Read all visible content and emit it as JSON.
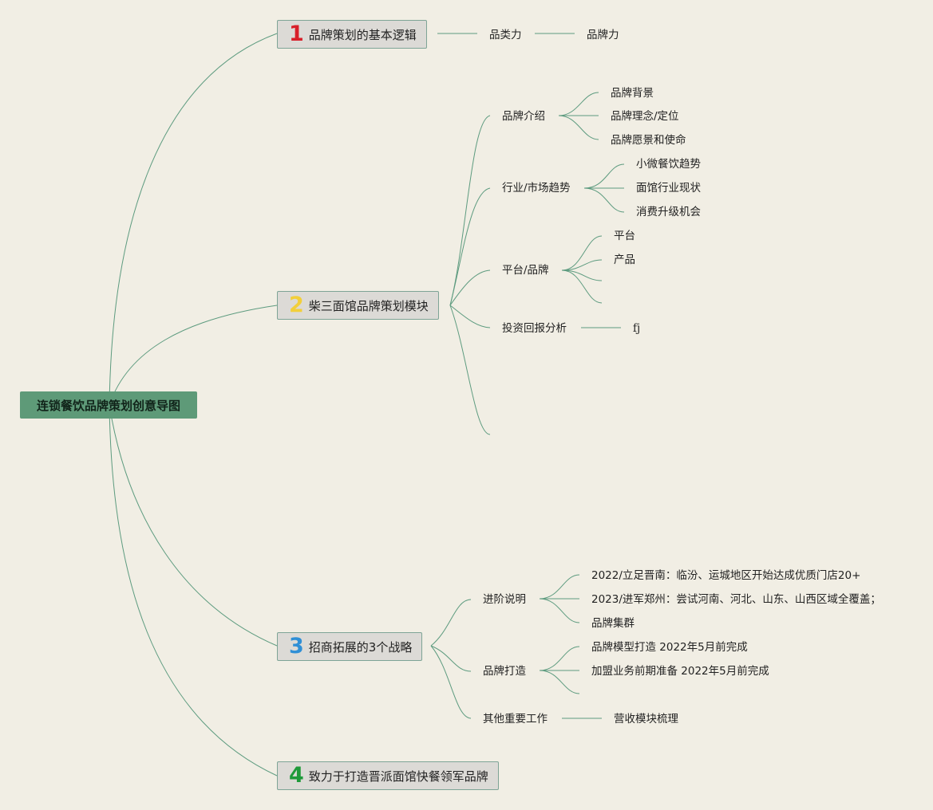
{
  "root": {
    "label": "连锁餐饮品牌策划创意导图"
  },
  "topics": [
    {
      "number": "1",
      "color": "#d8202a",
      "label": "品牌策划的基本逻辑"
    },
    {
      "number": "2",
      "color": "#f2cf3a",
      "label": "柴三面馆品牌策划模块"
    },
    {
      "number": "3",
      "color": "#2f8fd6",
      "label": "招商拓展的3个战略"
    },
    {
      "number": "4",
      "color": "#1f9a3a",
      "label": "致力于打造晋派面馆快餐领军品牌"
    }
  ],
  "branch1": {
    "sub": "品类力",
    "leaf": "品牌力"
  },
  "branch2": {
    "intro": {
      "label": "品牌介绍",
      "items": [
        "品牌背景",
        "品牌理念/定位",
        "品牌愿景和使命"
      ]
    },
    "market": {
      "label": "行业/市场趋势",
      "items": [
        "小微餐饮趋势",
        "面馆行业现状",
        "消费升级机会"
      ]
    },
    "platform": {
      "label": "平台/品牌",
      "items": [
        "平台",
        "产品"
      ]
    },
    "invest": {
      "label": "投资回报分析",
      "leaf": "fj"
    }
  },
  "branch3": {
    "advance": {
      "label": "进阶说明",
      "items": [
        "2022/立足晋南：临汾、运城地区开始达成优质门店20+",
        "2023/进军郑州：尝试河南、河北、山东、山西区域全覆盖；",
        "品牌集群"
      ]
    },
    "build": {
      "label": "品牌打造",
      "items": [
        "品牌模型打造 2022年5月前完成",
        "加盟业务前期准备 2022年5月前完成"
      ]
    },
    "other": {
      "label": "其他重要工作",
      "leaf": "营收模块梳理"
    }
  },
  "line_color": "#5d9b7f"
}
